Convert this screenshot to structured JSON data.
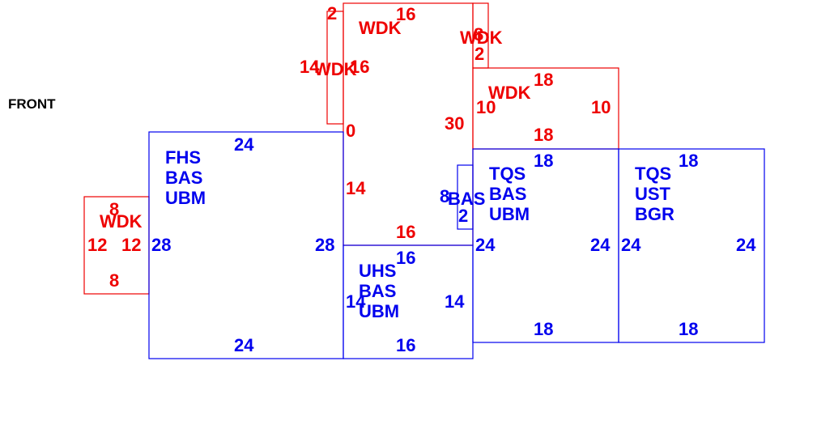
{
  "title": "FRONT",
  "colors": {
    "existing": "#0000ee",
    "deck": "#ee0000"
  },
  "blocks": {
    "fhs": {
      "codes": [
        "FHS",
        "BAS",
        "UBM"
      ],
      "dims": [
        "24",
        "28",
        "28",
        "24"
      ]
    },
    "uhs": {
      "codes": [
        "UHS",
        "BAS",
        "UBM"
      ],
      "dims": [
        "16",
        "14",
        "14",
        "16"
      ]
    },
    "bas_small": {
      "codes": [
        "BAS"
      ],
      "dims": [
        "8",
        "2"
      ]
    },
    "tqs_bas": {
      "codes": [
        "TQS",
        "BAS",
        "UBM"
      ],
      "dims": [
        "18",
        "24",
        "24",
        "18"
      ]
    },
    "tqs_ust": {
      "codes": [
        "TQS",
        "UST",
        "BGR"
      ],
      "dims": [
        "18",
        "24",
        "24",
        "18"
      ]
    }
  },
  "decks": {
    "main": {
      "code": "WDK",
      "dims": [
        "16",
        "0",
        "14",
        "16",
        "30"
      ]
    },
    "narrow_left": {
      "code": "WDK",
      "dims": [
        "2",
        "14",
        "16"
      ]
    },
    "narrow_right": {
      "code": "WDK",
      "dims": [
        "8",
        "2"
      ]
    },
    "right": {
      "code": "WDK",
      "dims": [
        "18",
        "10",
        "10",
        "18"
      ]
    },
    "left": {
      "code": "WDK",
      "dims": [
        "8",
        "12",
        "12",
        "8"
      ]
    }
  }
}
